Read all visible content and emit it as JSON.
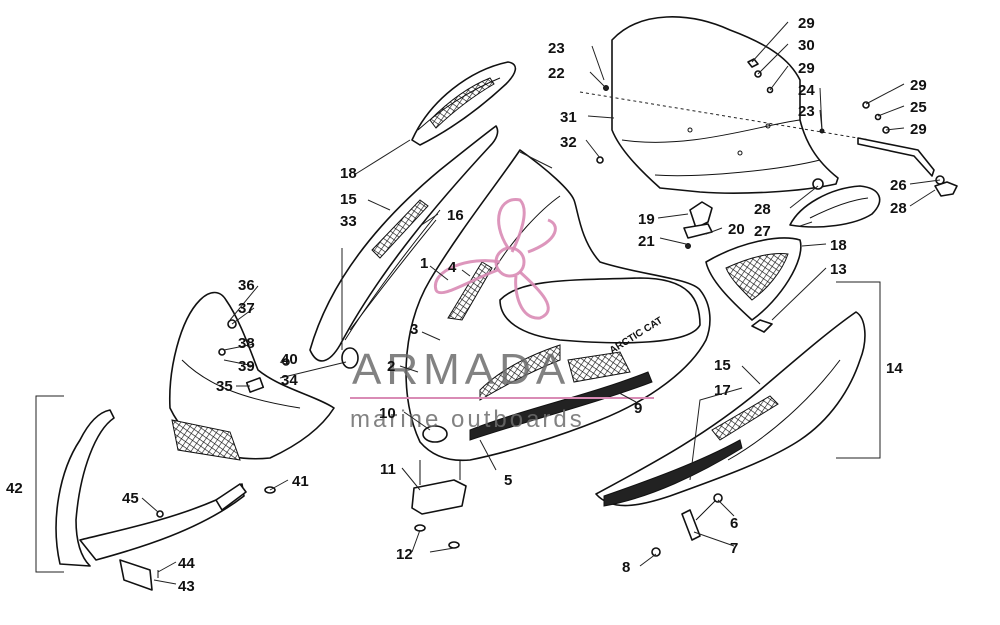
{
  "watermark": {
    "brand": "ARMADA",
    "tagline": "marine outboards",
    "logo_color": "#d98bb5",
    "text_color": "#6d6d6d"
  },
  "hood_decal_text": "ARCTIC CAT",
  "callouts": [
    {
      "id": "c1",
      "label": "1"
    },
    {
      "id": "c2",
      "label": "2"
    },
    {
      "id": "c3",
      "label": "3"
    },
    {
      "id": "c4",
      "label": "4"
    },
    {
      "id": "c5",
      "label": "5"
    },
    {
      "id": "c6",
      "label": "6"
    },
    {
      "id": "c7",
      "label": "7"
    },
    {
      "id": "c8",
      "label": "8"
    },
    {
      "id": "c9",
      "label": "9"
    },
    {
      "id": "c10",
      "label": "10"
    },
    {
      "id": "c11",
      "label": "11"
    },
    {
      "id": "c12",
      "label": "12"
    },
    {
      "id": "c13",
      "label": "13"
    },
    {
      "id": "c14",
      "label": "14"
    },
    {
      "id": "c15a",
      "label": "15"
    },
    {
      "id": "c15b",
      "label": "15"
    },
    {
      "id": "c16",
      "label": "16"
    },
    {
      "id": "c17",
      "label": "17"
    },
    {
      "id": "c18a",
      "label": "18"
    },
    {
      "id": "c18b",
      "label": "18"
    },
    {
      "id": "c19",
      "label": "19"
    },
    {
      "id": "c20",
      "label": "20"
    },
    {
      "id": "c21",
      "label": "21"
    },
    {
      "id": "c22",
      "label": "22"
    },
    {
      "id": "c23a",
      "label": "23"
    },
    {
      "id": "c23b",
      "label": "23"
    },
    {
      "id": "c24",
      "label": "24"
    },
    {
      "id": "c25",
      "label": "25"
    },
    {
      "id": "c26",
      "label": "26"
    },
    {
      "id": "c27",
      "label": "27"
    },
    {
      "id": "c28a",
      "label": "28"
    },
    {
      "id": "c28b",
      "label": "28"
    },
    {
      "id": "c29a",
      "label": "29"
    },
    {
      "id": "c29b",
      "label": "29"
    },
    {
      "id": "c29c",
      "label": "29"
    },
    {
      "id": "c29d",
      "label": "29"
    },
    {
      "id": "c30",
      "label": "30"
    },
    {
      "id": "c31",
      "label": "31"
    },
    {
      "id": "c32",
      "label": "32"
    },
    {
      "id": "c33",
      "label": "33"
    },
    {
      "id": "c34",
      "label": "34"
    },
    {
      "id": "c35",
      "label": "35"
    },
    {
      "id": "c36",
      "label": "36"
    },
    {
      "id": "c37",
      "label": "37"
    },
    {
      "id": "c38",
      "label": "38"
    },
    {
      "id": "c39",
      "label": "39"
    },
    {
      "id": "c40",
      "label": "40"
    },
    {
      "id": "c41",
      "label": "41"
    },
    {
      "id": "c42",
      "label": "42"
    },
    {
      "id": "c43",
      "label": "43"
    },
    {
      "id": "c44",
      "label": "44"
    },
    {
      "id": "c45",
      "label": "45"
    }
  ]
}
